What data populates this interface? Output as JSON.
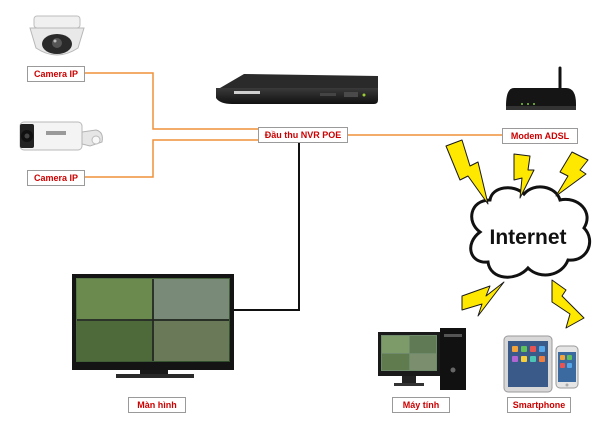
{
  "labels": {
    "camera_ip_1": "Camera IP",
    "camera_ip_2": "Camera IP",
    "nvr": "Đầu thu NVR POE",
    "modem": "Modem ADSL",
    "internet": "Internet",
    "monitor": "Màn hình",
    "computer": "Máy tính",
    "smartphone": "Smartphone"
  },
  "colors": {
    "label_text": "#cc0000",
    "lan_cable": "#f0903a",
    "video_cable": "#111111",
    "lightning_fill": "#ffe800",
    "lightning_stroke": "#1a1a1a",
    "cloud_stroke": "#111111"
  }
}
